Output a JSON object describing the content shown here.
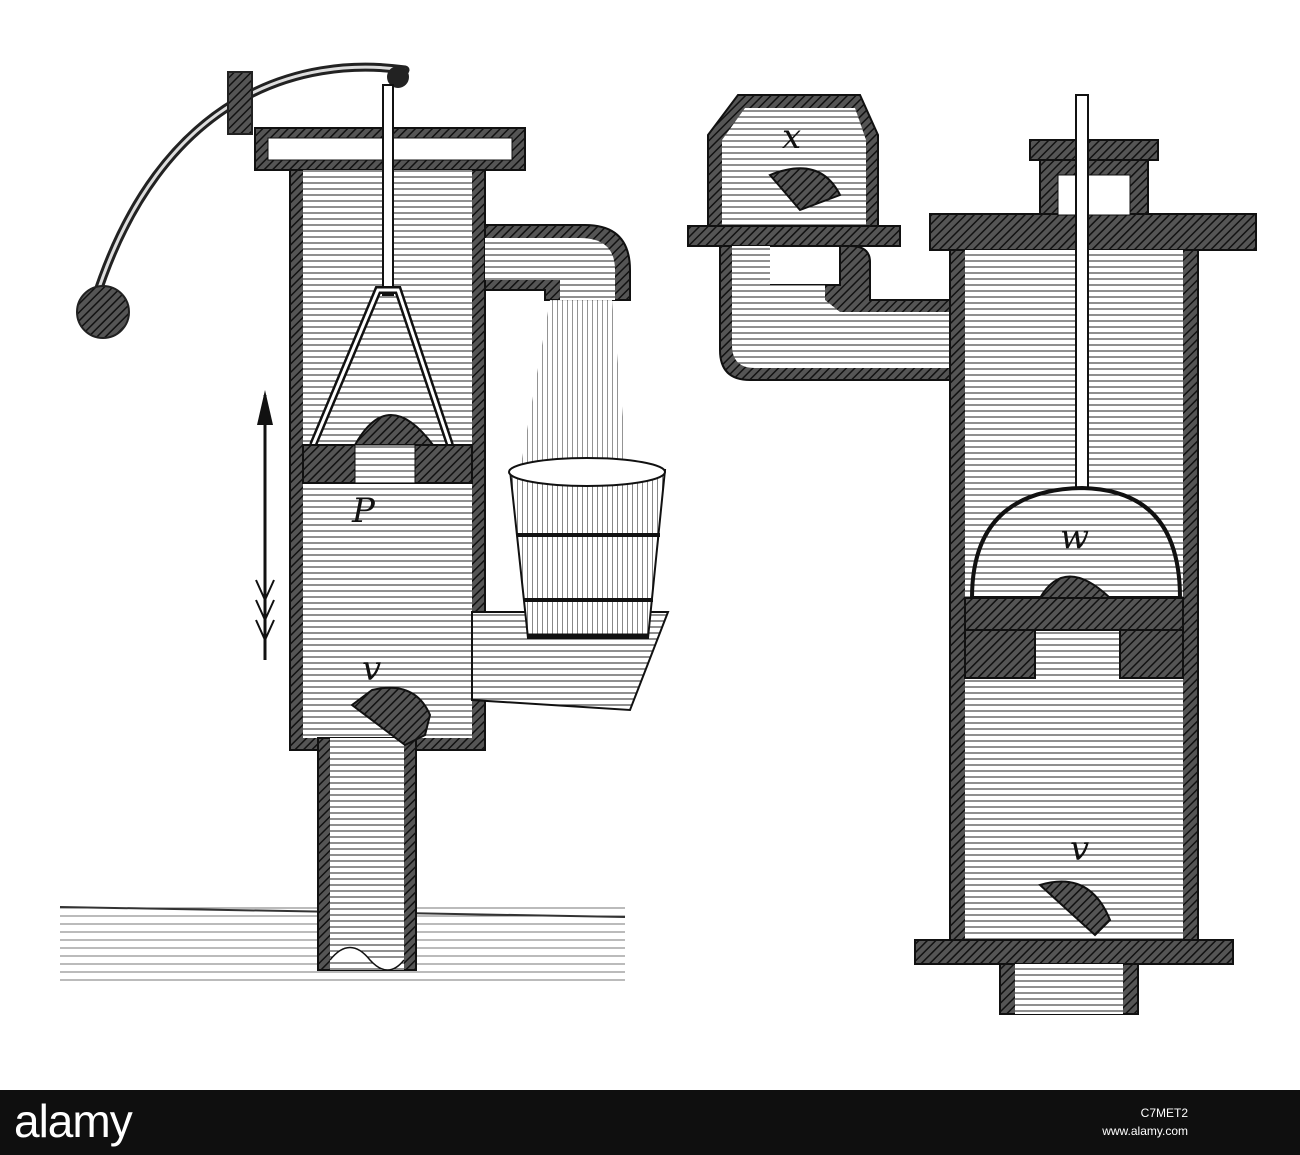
{
  "diagram": {
    "left_pump": {
      "labels": {
        "piston": "P",
        "valve": "v"
      }
    },
    "right_pump": {
      "labels": {
        "outlet": "x",
        "piston": "w",
        "valve": "v"
      }
    }
  },
  "footer": {
    "brand": "alamy",
    "image_id": "C7MET2",
    "site": "www.alamy.com"
  }
}
